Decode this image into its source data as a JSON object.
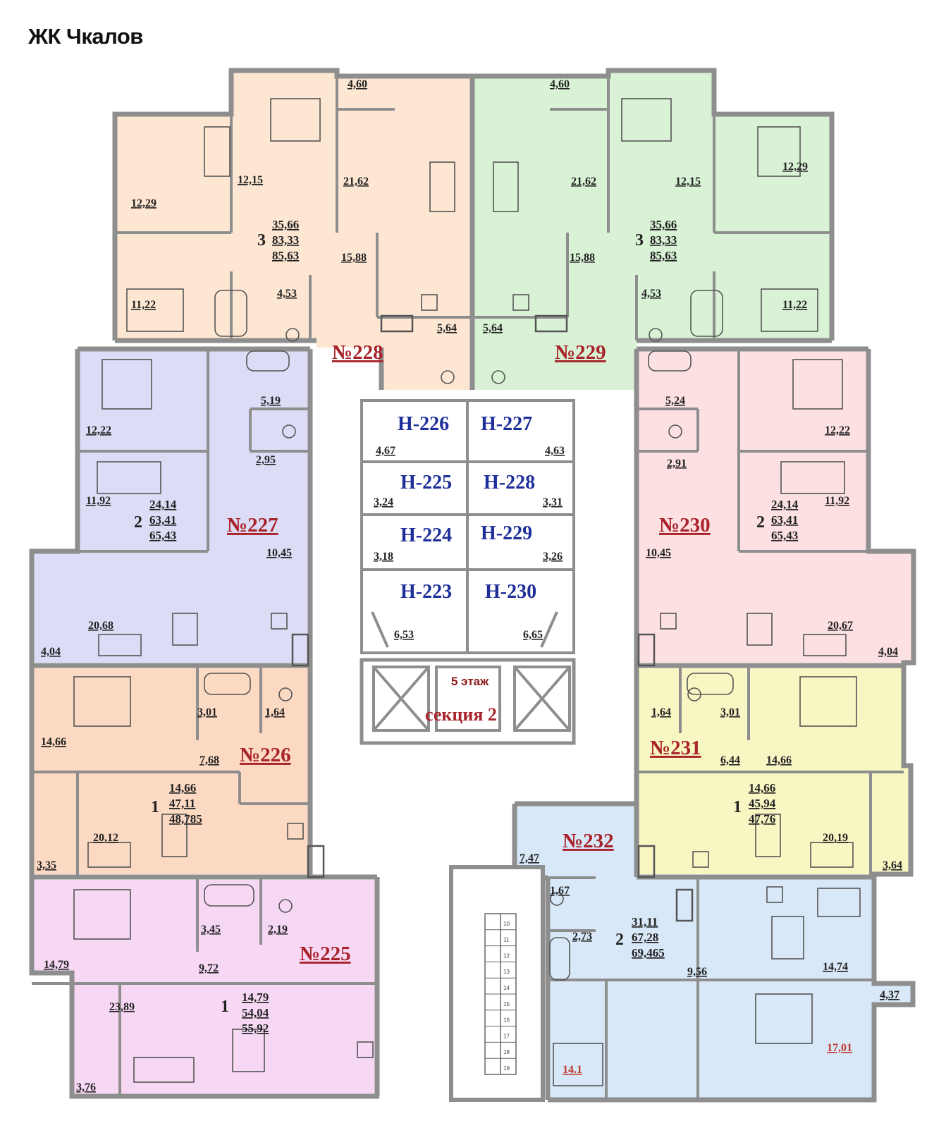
{
  "title": "ЖК Чкалов",
  "floor_label": "5 этаж",
  "section_label": "секция 2",
  "colors": {
    "wall": "#8e8e8e",
    "apt_228": "#fde6d2",
    "apt_229": "#d9f2d6",
    "apt_227": "#dcdcf6",
    "apt_230": "#fde0e2",
    "apt_226": "#fcd9c2",
    "apt_231": "#f8f6c3",
    "apt_225": "#f6d8f4",
    "apt_232": "#d8e8f8",
    "apt_number": "#a8232a",
    "non_residential": "#1f2f9a"
  },
  "apartments": [
    {
      "id": "a228",
      "number": "№228",
      "rooms": "3",
      "areas": [
        "35,66",
        "83,33",
        "85,63"
      ],
      "room_labels": [
        "4,60",
        "12,15",
        "21,62",
        "12,29",
        "15,88",
        "11,22",
        "4,53",
        "5,64"
      ]
    },
    {
      "id": "a229",
      "number": "№229",
      "rooms": "3",
      "areas": [
        "35,66",
        "83,33",
        "85,63"
      ],
      "room_labels": [
        "4,60",
        "12,15",
        "12,29",
        "21,62",
        "15,88",
        "4,53",
        "11,22",
        "5,64"
      ]
    },
    {
      "id": "a227",
      "number": "№227",
      "rooms": "2",
      "areas": [
        "24,14",
        "63,41",
        "65,43"
      ],
      "room_labels": [
        "5,19",
        "12,22",
        "2,95",
        "11,92",
        "10,45",
        "20,68",
        "4,04"
      ]
    },
    {
      "id": "a230",
      "number": "№230",
      "rooms": "2",
      "areas": [
        "24,14",
        "63,41",
        "65,43"
      ],
      "room_labels": [
        "5,24",
        "12,22",
        "2,91",
        "11,92",
        "10,45",
        "20,67",
        "4,04"
      ]
    },
    {
      "id": "a226",
      "number": "№226",
      "rooms": "1",
      "areas": [
        "14,66",
        "47,11",
        "48,785"
      ],
      "room_labels": [
        "3,01",
        "1,64",
        "14,66",
        "7,68",
        "20,12",
        "3,35"
      ]
    },
    {
      "id": "a231",
      "number": "№231",
      "rooms": "1",
      "areas": [
        "14,66",
        "45,94",
        "47,76"
      ],
      "room_labels": [
        "1,64",
        "3,01",
        "6,44",
        "14,66",
        "20,19",
        "3,64"
      ]
    },
    {
      "id": "a225",
      "number": "№225",
      "rooms": "1",
      "areas": [
        "14,79",
        "54,04",
        "55,92"
      ],
      "room_labels": [
        "3,45",
        "2,19",
        "14,79",
        "9,72",
        "23,89",
        "3,76"
      ]
    },
    {
      "id": "a232",
      "number": "№232",
      "rooms": "2",
      "areas": [
        "31,11",
        "67,28",
        "69,465"
      ],
      "room_labels": [
        "7,47",
        "1,67",
        "2,73",
        "9,56",
        "14,74",
        "4,37",
        "14.1",
        "17,01"
      ]
    }
  ],
  "non_residential": [
    {
      "name": "Н-226",
      "area": "4,67"
    },
    {
      "name": "Н-227",
      "area": "4,63"
    },
    {
      "name": "Н-225",
      "area": "3,24"
    },
    {
      "name": "Н-228",
      "area": "3,31"
    },
    {
      "name": "Н-224",
      "area": "3,18"
    },
    {
      "name": "Н-229",
      "area": "3,26"
    },
    {
      "name": "Н-223",
      "area": "6,53"
    },
    {
      "name": "Н-230",
      "area": "6,65"
    }
  ],
  "stair_numbers": [
    "10",
    "11",
    "12",
    "13",
    "14",
    "15",
    "16",
    "17",
    "18",
    "19"
  ]
}
